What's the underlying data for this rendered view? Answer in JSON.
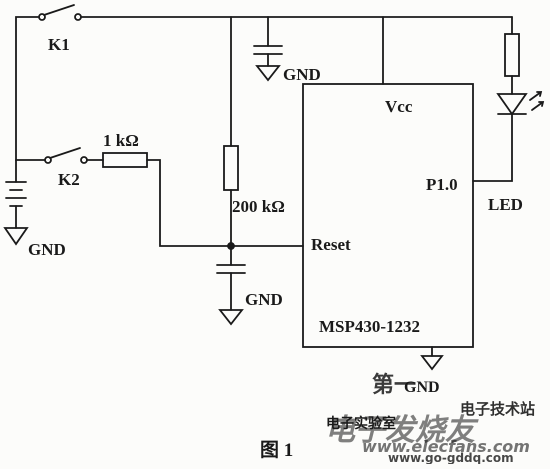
{
  "labels": {
    "k1": "K1",
    "k2": "K2",
    "r1": "1 kΩ",
    "r2": "200 kΩ",
    "gnd_cap_top": "GND",
    "gnd_battery": "GND",
    "gnd_cap_reset": "GND",
    "gnd_chip": "GND",
    "vcc": "Vcc",
    "reset": "Reset",
    "p10": "P1.0",
    "led": "LED",
    "chip": "MSP430-1232",
    "caption": "图 1"
  },
  "watermark": {
    "main": "电子发烧友",
    "lab": "电子实验室",
    "site_cn": "电子技术站",
    "url1": "www.elecfans.com",
    "url2": "www.go-gddq.com",
    "di": "第一"
  },
  "colors": {
    "ink": "#1a1a1a",
    "watermark_blue": "#7fb2d8",
    "watermark_red": "#d9534f"
  }
}
